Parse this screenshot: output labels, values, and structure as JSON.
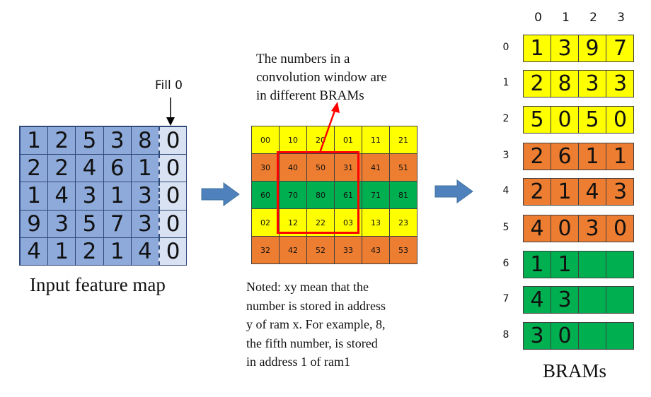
{
  "colors": {
    "input_cell": "#8eaadb",
    "fill_cell": "#d9e2f3",
    "yellow": "#ffff00",
    "orange": "#ed7d31",
    "green": "#00b050",
    "window_border": "#ff0000",
    "arrow": "#4472c4"
  },
  "input_map": {
    "title": "Input feature map",
    "fill_label": "Fill 0",
    "rows": [
      [
        "1",
        "2",
        "5",
        "3",
        "8",
        "0"
      ],
      [
        "2",
        "2",
        "4",
        "6",
        "1",
        "0"
      ],
      [
        "1",
        "4",
        "3",
        "1",
        "3",
        "0"
      ],
      [
        "9",
        "3",
        "5",
        "7",
        "3",
        "0"
      ],
      [
        "4",
        "1",
        "2",
        "1",
        "4",
        "0"
      ]
    ]
  },
  "address_map": {
    "rows": [
      {
        "color": "yellow",
        "cells": [
          "00",
          "10",
          "20",
          "01",
          "11",
          "21"
        ]
      },
      {
        "color": "orange",
        "cells": [
          "30",
          "40",
          "50",
          "31",
          "41",
          "51"
        ]
      },
      {
        "color": "green",
        "cells": [
          "60",
          "70",
          "80",
          "61",
          "71",
          "81"
        ]
      },
      {
        "color": "yellow",
        "cells": [
          "02",
          "12",
          "22",
          "03",
          "13",
          "23"
        ]
      },
      {
        "color": "orange",
        "cells": [
          "32",
          "42",
          "52",
          "33",
          "43",
          "53"
        ]
      }
    ],
    "annotation": [
      "The  numbers  in  a",
      "convolution window are",
      "in different BRAMs"
    ],
    "note": [
      "Noted: xy mean that the",
      "number is stored in address",
      "y of ram x. For example, 8,",
      "the fifth number, is stored",
      "in address 1 of ram1"
    ]
  },
  "brams": {
    "title": "BRAMs",
    "column_labels": [
      "0",
      "1",
      "2",
      "3"
    ],
    "rows": [
      {
        "label": "0",
        "color": "yellow",
        "values": [
          "1",
          "3",
          "9",
          "7"
        ]
      },
      {
        "label": "1",
        "color": "yellow",
        "values": [
          "2",
          "8",
          "3",
          "3"
        ]
      },
      {
        "label": "2",
        "color": "yellow",
        "values": [
          "5",
          "0",
          "5",
          "0"
        ]
      },
      {
        "label": "3",
        "color": "orange",
        "values": [
          "2",
          "6",
          "1",
          "1"
        ]
      },
      {
        "label": "4",
        "color": "orange",
        "values": [
          "2",
          "1",
          "4",
          "3"
        ]
      },
      {
        "label": "5",
        "color": "orange",
        "values": [
          "4",
          "0",
          "3",
          "0"
        ]
      },
      {
        "label": "6",
        "color": "green",
        "values": [
          "1",
          "1",
          "",
          ""
        ]
      },
      {
        "label": "7",
        "color": "green",
        "values": [
          "4",
          "3",
          "",
          ""
        ]
      },
      {
        "label": "8",
        "color": "green",
        "values": [
          "3",
          "0",
          "",
          ""
        ]
      }
    ]
  }
}
